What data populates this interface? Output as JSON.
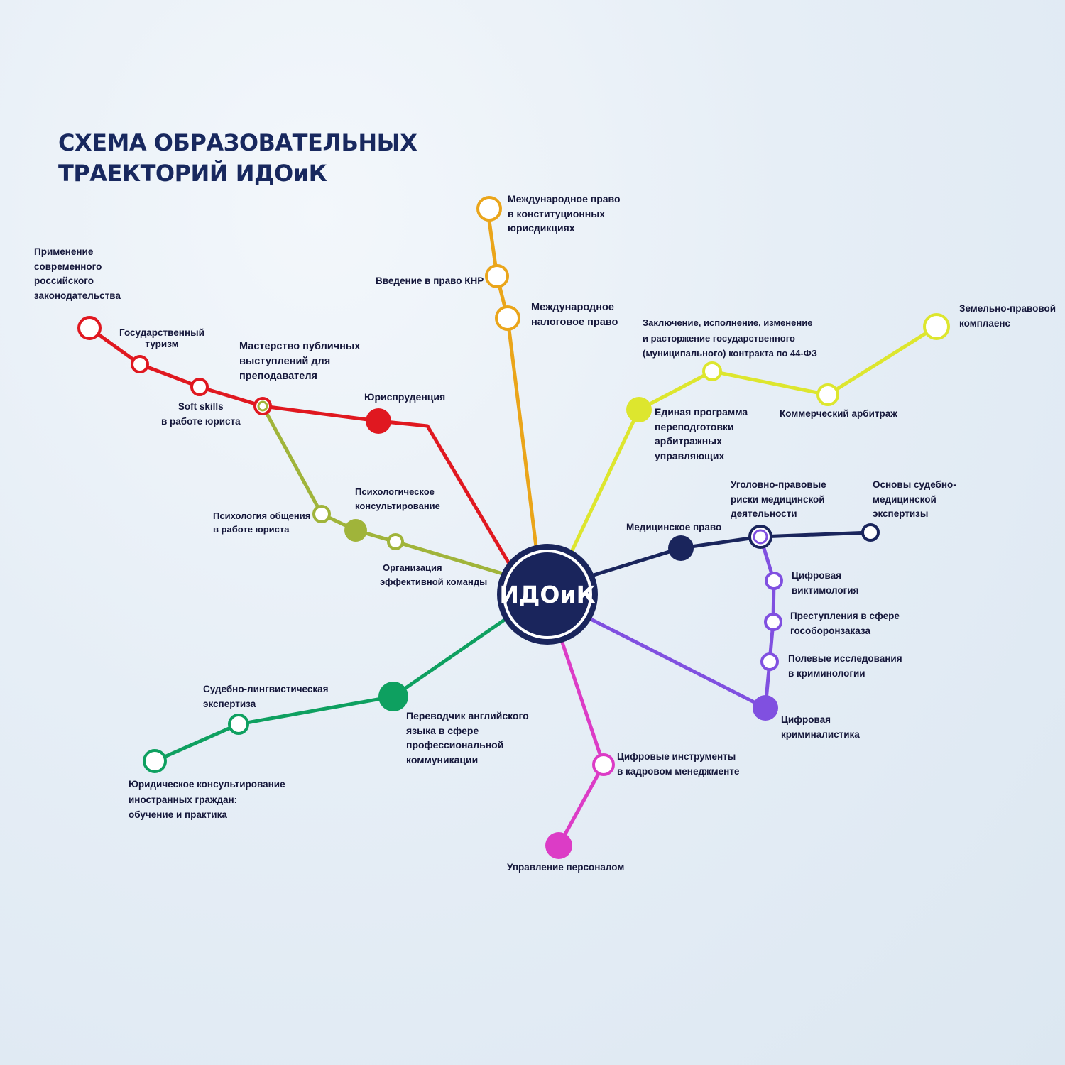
{
  "title": {
    "line1": "СХЕМА ОБРАЗОВАТЕЛЬНЫХ",
    "line2": "ТРАЕКТОРИЙ ИДОиК"
  },
  "hub": {
    "label": "ИДОиК"
  },
  "colors": {
    "navy": "#1a255c",
    "red": "#e01820",
    "olive": "#a0b43a",
    "orange": "#f0a818",
    "lime": "#dfe62a",
    "violet": "#8050e0",
    "magenta": "#dc3cc6",
    "green": "#0ea060"
  },
  "stations": {
    "primenenie": [
      "Применение",
      "современного",
      "российского",
      "законодательства"
    ],
    "gosturizm": [
      "Государственный",
      "туризм"
    ],
    "softskills": [
      "Soft skills",
      "в работе юриста"
    ],
    "masterstvo": [
      "Мастерство публичных",
      "выступлений для",
      "преподавателя"
    ],
    "yurisprudentsiya": [
      "Юриспруденция"
    ],
    "psikh_konsult": [
      "Психологическое",
      "консультирование"
    ],
    "psikh_obshcheniya": [
      "Психология общения",
      "в работе юриста"
    ],
    "organizatsiya": [
      "Организация",
      "эффективной команды"
    ],
    "mezhd_konst": [
      "Международное право",
      "в конституционных",
      "юрисдикциях"
    ],
    "knr": [
      "Введение в право КНР"
    ],
    "nalog": [
      "Международное",
      "налоговое право"
    ],
    "zaklyuchenie": [
      "Заключение, исполнение, изменение",
      "и расторжение государственного",
      "(муниципального) контракта по 44-ФЗ"
    ],
    "zemelno": [
      "Земельно-правовой",
      "комплаенс"
    ],
    "arbitrazh": [
      "Коммерческий арбитраж"
    ],
    "edinaya": [
      "Единая программа",
      "переподготовки",
      "арбитражных",
      "управляющих"
    ],
    "ugolovno": [
      "Уголовно-правовые",
      "риски медицинской",
      "деятельности"
    ],
    "osnovy": [
      "Основы судебно-",
      "медицинской",
      "экспертизы"
    ],
    "medpravo": [
      "Медицинское право"
    ],
    "viktimologiya": [
      "Цифровая",
      "виктимология"
    ],
    "goszakaz": [
      "Преступления в сфере",
      "гособоронзаказа"
    ],
    "polevye": [
      "Полевые исследования",
      "в криминологии"
    ],
    "kriminalistika": [
      "Цифровая",
      "криминалистика"
    ],
    "sudling": [
      "Судебно-лингвистическая",
      "экспертиза"
    ],
    "perevodchik": [
      "Переводчик английского",
      "языка в сфере",
      "профессиональной",
      "коммуникации"
    ],
    "yurkonsult": [
      "Юридическое консультирование",
      "иностранных граждан:",
      "обучение и практика"
    ],
    "kadry": [
      "Цифровые инструменты",
      "в кадровом менеджменте"
    ],
    "personal": [
      "Управление персоналом"
    ]
  }
}
